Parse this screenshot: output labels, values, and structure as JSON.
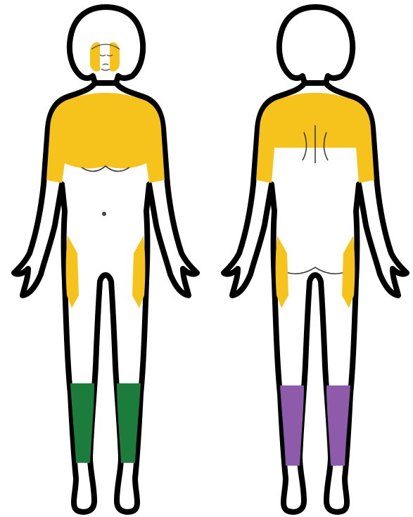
{
  "diagram": {
    "views": [
      {
        "id": "front",
        "label": ""
      },
      {
        "id": "back",
        "label": ""
      }
    ],
    "colors": {
      "outline": "#000000",
      "body_fill": "#ffffff",
      "yellow": "#F6C21C",
      "green": "#1C7C3C",
      "purple": "#8E5BAA"
    },
    "regions": {
      "front": [
        {
          "name": "face-cheeks",
          "color": "yellow"
        },
        {
          "name": "upper-chest-shoulders-upper-arms",
          "color": "yellow"
        },
        {
          "name": "outer-hips-thighs",
          "color": "yellow"
        },
        {
          "name": "lower-legs",
          "color": "green"
        }
      ],
      "back": [
        {
          "name": "upper-back-shoulders-upper-arms",
          "color": "yellow"
        },
        {
          "name": "outer-hips-thighs",
          "color": "yellow"
        },
        {
          "name": "lower-legs",
          "color": "purple"
        }
      ]
    }
  }
}
